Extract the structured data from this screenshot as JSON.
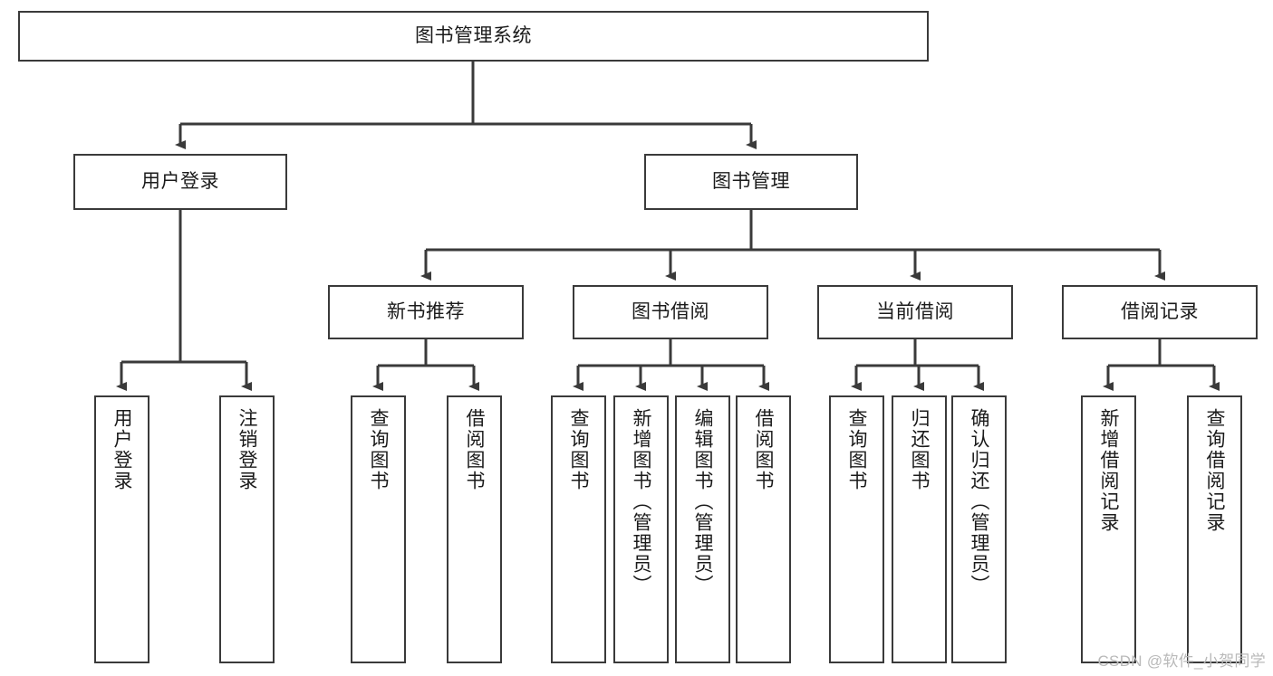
{
  "diagram": {
    "title": "图书管理系统",
    "type": "tree-hierarchy-chart",
    "colors": {
      "box_border": "#3a3a3a",
      "box_fill": "#ffffff",
      "edge": "#3a3a3a",
      "text": "#1b1b1b",
      "watermark": "#b9b9b9",
      "background": "#ffffff"
    },
    "root": {
      "label": "图书管理系统"
    },
    "level2": [
      {
        "label": "用户登录"
      },
      {
        "label": "图书管理"
      }
    ],
    "level3": [
      {
        "label": "新书推荐"
      },
      {
        "label": "图书借阅"
      },
      {
        "label": "当前借阅"
      },
      {
        "label": "借阅记录"
      }
    ],
    "leaves": {
      "user_login": [
        {
          "label": "用户登录"
        },
        {
          "label": "注销登录"
        }
      ],
      "new_book_recommend": [
        {
          "label": "查询图书"
        },
        {
          "label": "借阅图书"
        }
      ],
      "book_borrow": [
        {
          "label": "查询图书"
        },
        {
          "label": "新增图书（管理员）"
        },
        {
          "label": "编辑图书（管理员）"
        },
        {
          "label": "借阅图书"
        }
      ],
      "current_borrow": [
        {
          "label": "查询图书"
        },
        {
          "label": "归还图书"
        },
        {
          "label": "确认归还（管理员）"
        }
      ],
      "borrow_record": [
        {
          "label": "新增借阅记录"
        },
        {
          "label": "查询借阅记录"
        }
      ]
    },
    "watermark": "CSDN @软件_小贺同学"
  }
}
